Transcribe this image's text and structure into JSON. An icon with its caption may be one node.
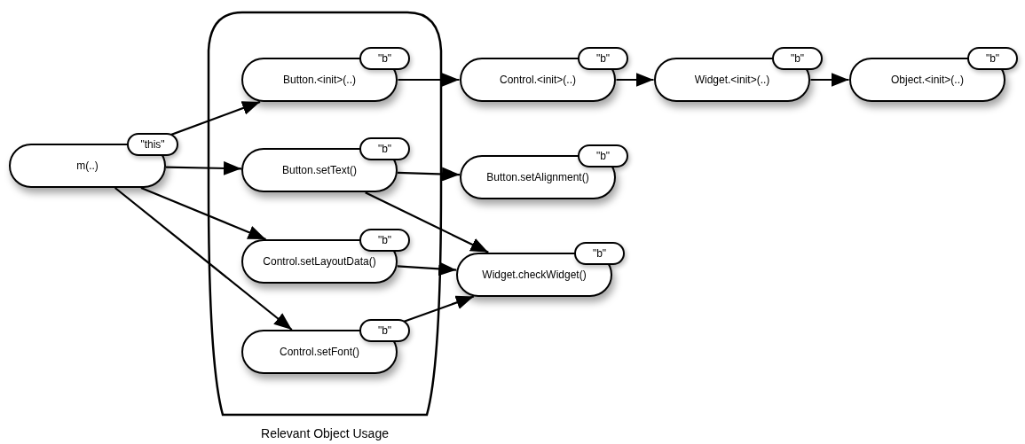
{
  "diagram": {
    "nodes": [
      {
        "text": [
          "Relevant Object Usage"
        ]
      },
      {
        "text": [
          "m(..)",
          "\"this\""
        ]
      },
      {
        "text": [
          "Button.<init>(..)",
          "\"b\""
        ],
        "in": 0
      },
      {
        "text": [
          "Button.setText()",
          "\"b\""
        ],
        "in": 0
      },
      {
        "text": [
          "Control.setLayoutData()",
          "\"b\""
        ],
        "in": 0
      },
      {
        "text": [
          "Control.setFont()",
          "\"b\""
        ],
        "in": 0
      },
      {
        "text": [
          "Control.<init>(..)",
          "\"b\""
        ]
      },
      {
        "text": [
          "Widget.<init>(..)",
          "\"b\""
        ]
      },
      {
        "text": [
          "Object.<init>(..)",
          "\"b\""
        ]
      },
      {
        "text": [
          "Button.setAlignment()",
          "\"b\""
        ]
      },
      {
        "text": [
          "Widget.checkWidget()",
          "\"b\""
        ]
      }
    ],
    "edges": [
      {
        "from": 1,
        "to": 2,
        "arrow": "to"
      },
      {
        "from": 1,
        "to": 3,
        "arrow": "to"
      },
      {
        "from": 1,
        "to": 4,
        "arrow": "to"
      },
      {
        "from": 1,
        "to": 5,
        "arrow": "to"
      },
      {
        "from": 2,
        "to": 6,
        "arrow": "to"
      },
      {
        "from": 6,
        "to": 7,
        "arrow": "to"
      },
      {
        "from": 7,
        "to": 8,
        "arrow": "to"
      },
      {
        "from": 3,
        "to": 9,
        "arrow": "to"
      },
      {
        "from": 3,
        "to": 10,
        "arrow": "to"
      },
      {
        "from": 4,
        "to": 10,
        "arrow": "to"
      },
      {
        "from": 5,
        "to": 10,
        "arrow": "to"
      }
    ]
  }
}
